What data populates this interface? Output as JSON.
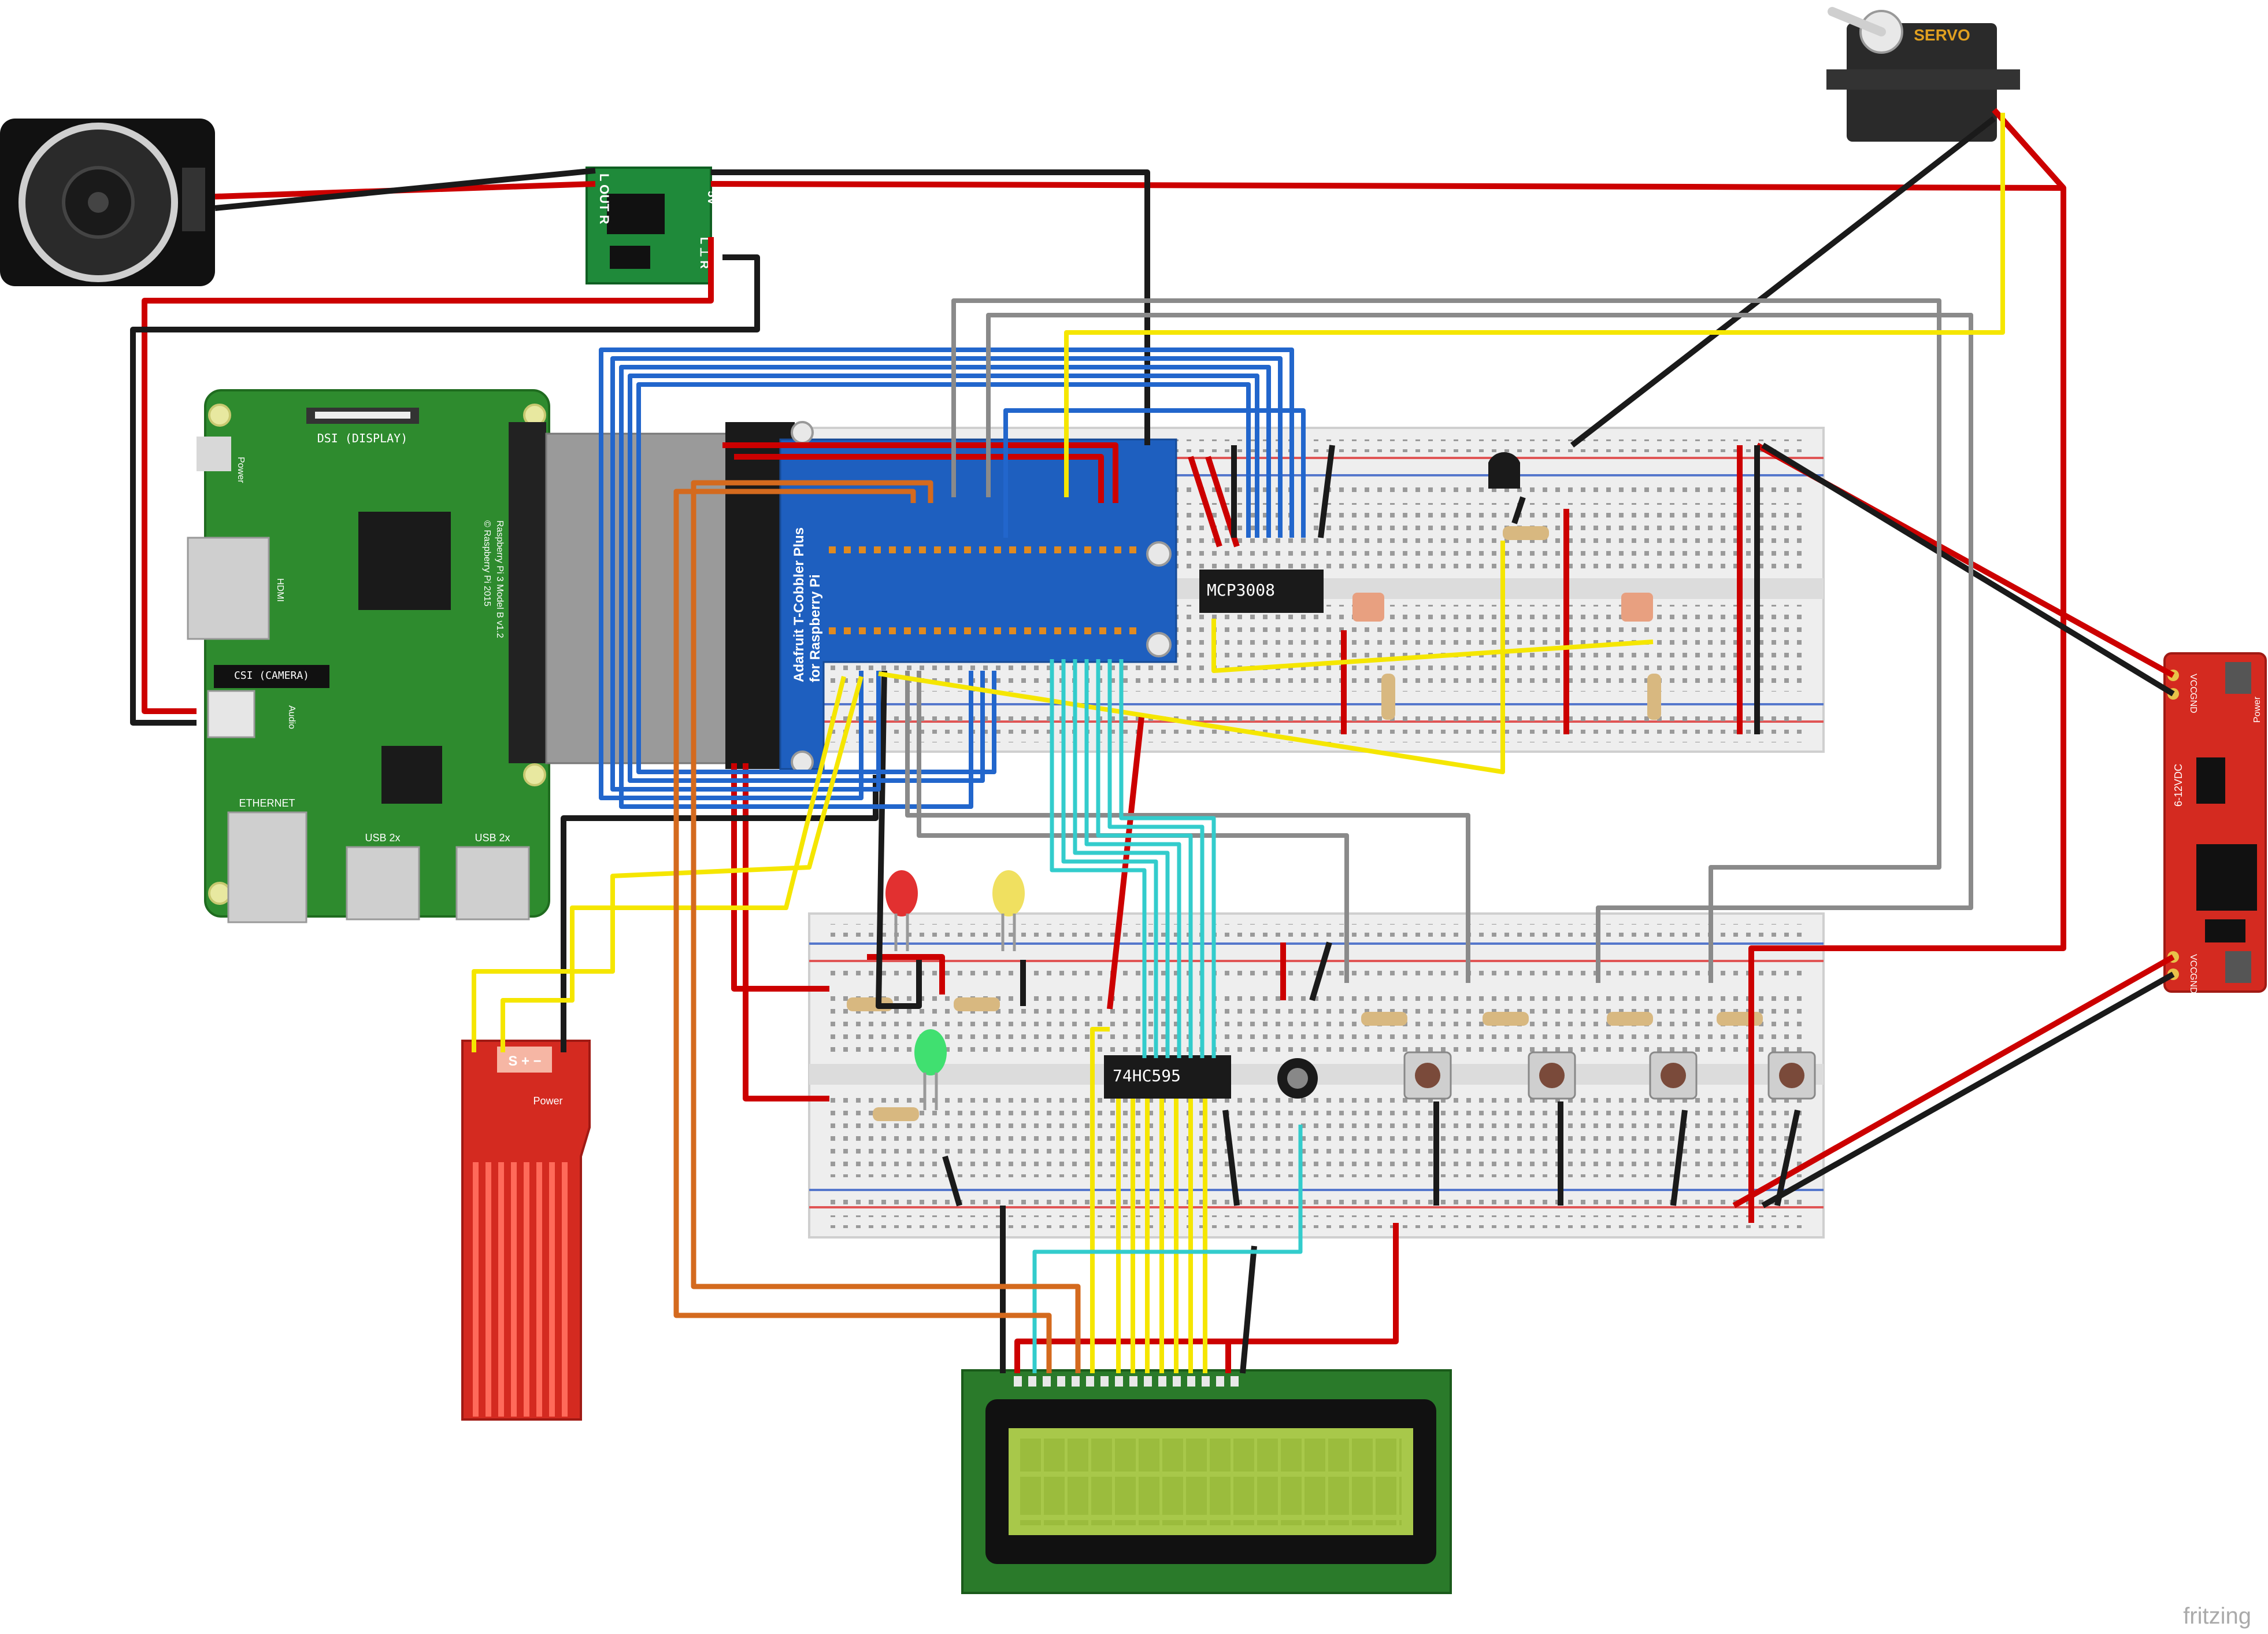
{
  "labels": {
    "pi_dsi": "DSI (DISPLAY)",
    "pi_power": "Power",
    "pi_hdmi": "HDMI",
    "pi_csi": "CSI (CAMERA)",
    "pi_audio": "Audio",
    "pi_ethernet": "ETHERNET",
    "pi_usb_a": "USB 2x",
    "pi_usb_b": "USB 2x",
    "pi_model_line1": "Raspberry Pi 3 Model B v1.2",
    "pi_model_line2": "© Raspberry Pi 2015",
    "cobbler_line1": "Adafruit T-Cobbler Plus",
    "cobbler_line2": "for Raspberry Pi",
    "adc_chip": "MCP3008",
    "shift_chip": "74HC595",
    "servo": "SERVO",
    "amp_left": "L OUT R",
    "amp_5v": "5V",
    "amp_in": "L ⊥ R",
    "water_pins": "S + −",
    "water_power": "Power",
    "psu_range": "6-12VDC",
    "psu_vcc_top": "VCC",
    "psu_gnd_top": "GND",
    "psu_vcc_bot": "VCC",
    "psu_gnd_bot": "GND",
    "psu_power": "Power",
    "fritzing": "fritzing"
  },
  "colors": {
    "wire_red": "#cc0000",
    "wire_black": "#1a1a1a",
    "wire_blue": "#2266cc",
    "wire_yellow": "#f5e600",
    "wire_gray": "#8a8a8a",
    "wire_cyan": "#33cccc",
    "wire_orange": "#d46a1e",
    "pcb_green": "#2e8b2e",
    "pcb_red": "#d42a20",
    "cobbler_blue": "#1e5fbf",
    "lcd_screen": "#a8c84a"
  }
}
